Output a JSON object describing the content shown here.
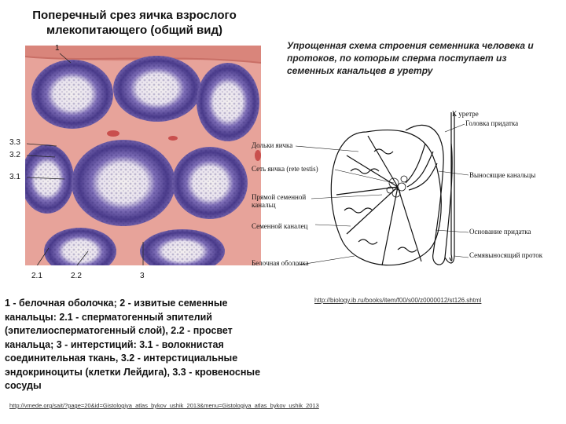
{
  "left_title": "Поперечный срез яичка взрослого млекопитающего (общий вид)",
  "right_title": "Упрощенная схема строения семенника человека и протоков, по которым сперма поступает из семенных канальцев в уретру",
  "histology_labels": {
    "l1": "1",
    "l33": "3.3",
    "l32": "3.2",
    "l31": "3.1",
    "l21": "2.1",
    "l22": "2.2",
    "l3": "3"
  },
  "scheme_labels": {
    "to_urethra": "К уретре",
    "epididymis_head": "Головка придатка",
    "lobule": "Дольки яичка",
    "rete_testis": "Сеть яичка (rete testis)",
    "straight_tubule": "Прямой семенной канальц",
    "seminiferous_tubule": "Семенной каналец",
    "efferent_ducts": "Выносящие канальцы",
    "epididymis_base": "Основание придатка",
    "vas_deferens": "Семявыносящий проток",
    "tunica_albuginea": "Белочная оболочка"
  },
  "legend_text": "1 - белочная оболочка; 2 - извитые семенные канальцы: 2.1 - сперматогенный эпителий (эпителиосперматогенный слой), 2.2 - просвет канальца; 3 - интерстиций: 3.1 - волокнистая соединительная ткань, 3.2 - интерстициальные эндокриноциты (клетки Лейдига), 3.3 - кровеносные сосуды",
  "url_right": "http://biology.ib.ru/books/item/f00/s00/z0000012/st126.shtml",
  "url_bottom": "http://vmede.org/sait/?page=20&id=Gistologiya_atlas_bykov_ushik_2013&menu=Gistologiya_atlas_bykov_ushik_2013",
  "colors": {
    "tissue_pink": "#e7a39a",
    "cell_purple": "#4b3c8c",
    "lumen": "#f3efef",
    "capsule": "#d9857b"
  }
}
